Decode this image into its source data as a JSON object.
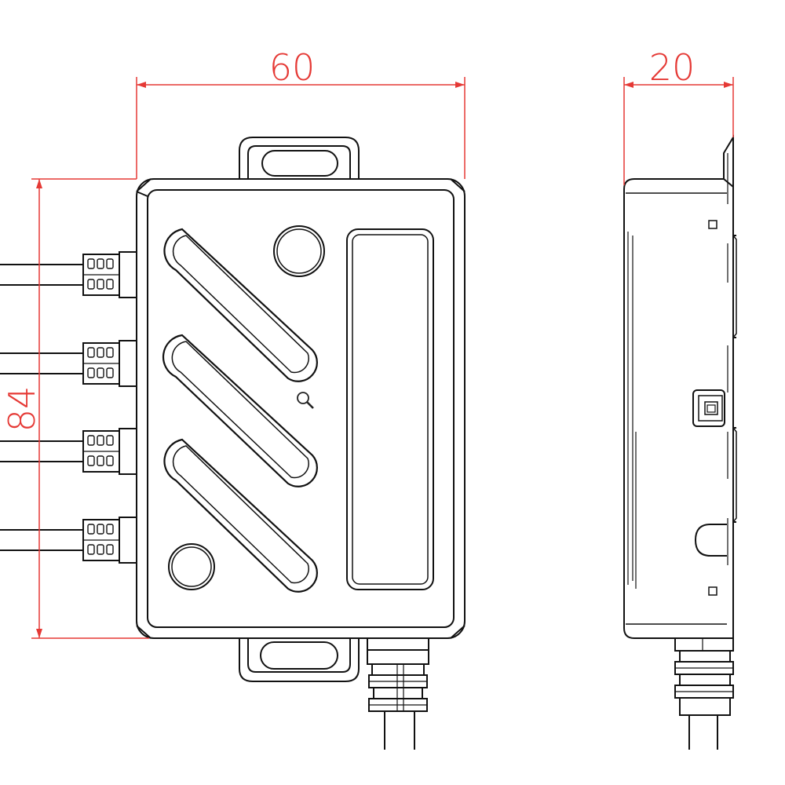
{
  "colors": {
    "line": "#111111",
    "dimension": "#e53935",
    "background": "#ffffff"
  },
  "dimensions": {
    "width": "60",
    "height": "84",
    "depth": "20"
  },
  "icons": {
    "zoom": "magnifier-icon"
  }
}
